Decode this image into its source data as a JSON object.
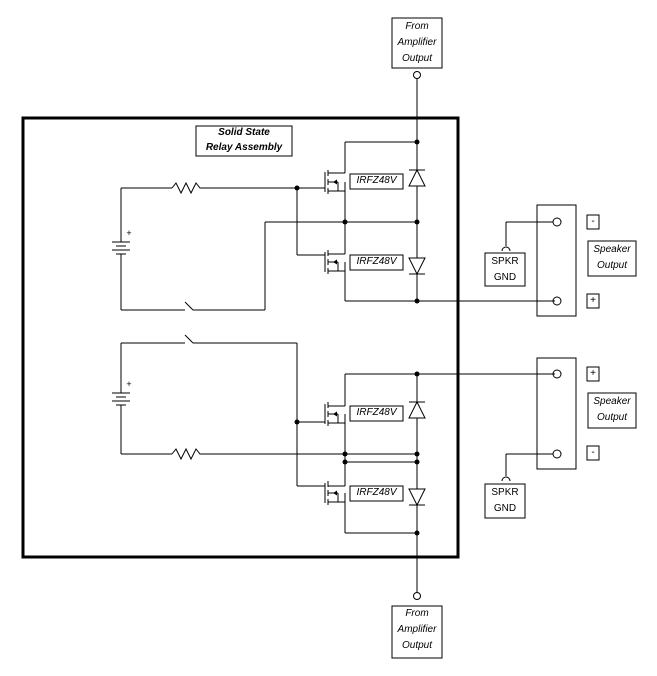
{
  "labels": {
    "from_amp_top": [
      "From",
      "Amplifier",
      "Output"
    ],
    "from_amp_bottom": [
      "From",
      "Amplifier",
      "Output"
    ],
    "relay_title": [
      "Solid State",
      "Relay Assembly"
    ],
    "mosfets": [
      "IRFZ48V",
      "IRFZ48V",
      "IRFZ48V",
      "IRFZ48V"
    ],
    "speaker_top": [
      "Speaker",
      "Output"
    ],
    "speaker_bottom": [
      "Speaker",
      "Output"
    ],
    "spkr_gnd_top": [
      "SPKR",
      "GND"
    ],
    "spkr_gnd_bottom": [
      "SPKR",
      "GND"
    ],
    "term_top_upper": "-",
    "term_top_lower": "+",
    "term_bottom_upper": "+",
    "term_bottom_lower": "-",
    "battery_plus_top": "+",
    "battery_plus_bottom": "+"
  }
}
